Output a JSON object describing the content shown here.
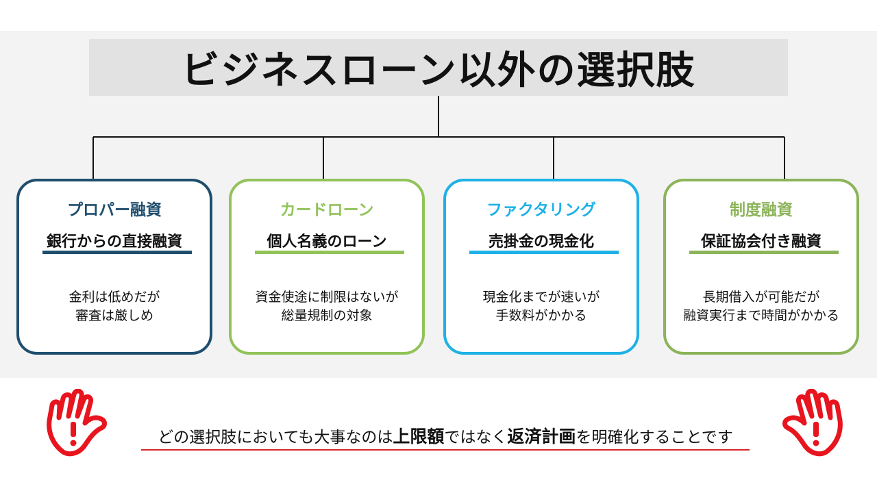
{
  "title": "ビジネスローン以外の選択肢",
  "colors": {
    "navy": "#1f4e6e",
    "green": "#92c35a",
    "cyan": "#1eb1e6",
    "olive": "#8cb45a",
    "red": "#e8141e"
  },
  "cards": [
    {
      "title": "プロパー融資",
      "subtitle": "銀行からの直接融資",
      "desc": [
        "金利は低めだが",
        "審査は厳しめ"
      ],
      "color": "#1f4e6e",
      "line_color": "#1f4e6e"
    },
    {
      "title": "カードローン",
      "subtitle": "個人名義のローン",
      "desc": [
        "資金使途に制限はないが",
        "総量規制の対象"
      ],
      "color": "#92c35a",
      "line_color": "#92c35a"
    },
    {
      "title": "ファクタリング",
      "subtitle": "売掛金の現金化",
      "desc": [
        "現金化までが速いが",
        "手数料がかかる"
      ],
      "color": "#1eb1e6",
      "line_color": "#1eb1e6"
    },
    {
      "title": "制度融資",
      "subtitle": "保証協会付き融資",
      "desc": [
        "長期借入が可能だが",
        "融資実行まで時間がかかる"
      ],
      "color": "#8cb45a",
      "line_color": "#8cb45a"
    }
  ],
  "footer": {
    "part1": "どの選択肢においても大事なのは",
    "bold1": "上限額",
    "part2": "ではなく",
    "bold2": "返済計画",
    "part3": "を明確化することです"
  },
  "icons": {
    "left": "warning-hand-icon",
    "right": "warning-hand-icon"
  }
}
